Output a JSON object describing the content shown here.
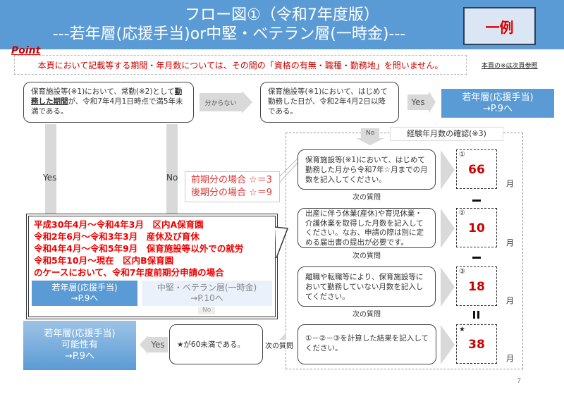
{
  "header": {
    "title_line1": "フロー図①（令和7年度版）",
    "title_line2": "---若年層(応援手当)or中堅・ベテラン層(一時金)---",
    "example_badge": "一例"
  },
  "point_label": "Point",
  "notice": "本頁において記載等する期間・年月数については、その間の「資格の有無・職種・勤務地」を問いません。",
  "reference_note": "本頁の※は次頁参照",
  "q1": {
    "text_pre": "保育施設等(※1)において、常勤(※2)として",
    "text_underline": "勤務した期間",
    "text_post": "が、令和7年4月1日時点で満5年未満である。"
  },
  "unknown_label": "分からない",
  "q2": "保育施設等(※1)において、はじめて勤務した日が、令和2年4月2日以降である。",
  "yes": "Yes",
  "no": "No",
  "result_young": {
    "line1": "若年層(応援手当)",
    "line2": "→P.9へ"
  },
  "hidden_young": {
    "line1": "若年層(応援手当)",
    "line2": "→P.9へ"
  },
  "hidden_veteran": {
    "line1": "中堅・ベテラン層(一時金)",
    "line2": "→P.10へ"
  },
  "experience_section_title": "経験年月数の確認(※3)",
  "season_note": {
    "line1": "前期分の場合 ☆＝3",
    "line2": "後期分の場合 ☆＝9"
  },
  "next_question": "次の質問",
  "steps": [
    {
      "text": "保育施設等(※1)において、はじめて勤務した月から令和7年☆月までの月数を記入してください。",
      "mark": "①",
      "value": "66",
      "unit": "月"
    },
    {
      "text": "出産に伴う休業(産休)や育児休業・介護休業を取得した月数を記入してください。なお、申請の際は別に定める届出書の提出が必要です。",
      "mark": "②",
      "value": "10",
      "unit": "月"
    },
    {
      "text": "離職や転職等により、保育施設等において勤務していない月数を記入してください。",
      "mark": "③",
      "value": "18",
      "unit": "月"
    },
    {
      "text": "①－②－③を計算した結果を記入してください。",
      "mark": "★",
      "value": "38",
      "unit": "月"
    }
  ],
  "final_question": "★が60未満である。",
  "result_possible": {
    "line1": "若年層(応援手当)",
    "line2": "可能性有",
    "line3": "→P.9へ"
  },
  "example_case": [
    "平成30年4月～令和4年3月　区内A保育園",
    "令和2年6月～令和3年3月　産休及び育休",
    "令和4年4月～令和5年9月　保育施設等以外での就労",
    "令和5年10月～現在　区内B保育園",
    "のケースにおいて、令和7年度前期分申請の場合"
  ],
  "page_number": "7"
}
